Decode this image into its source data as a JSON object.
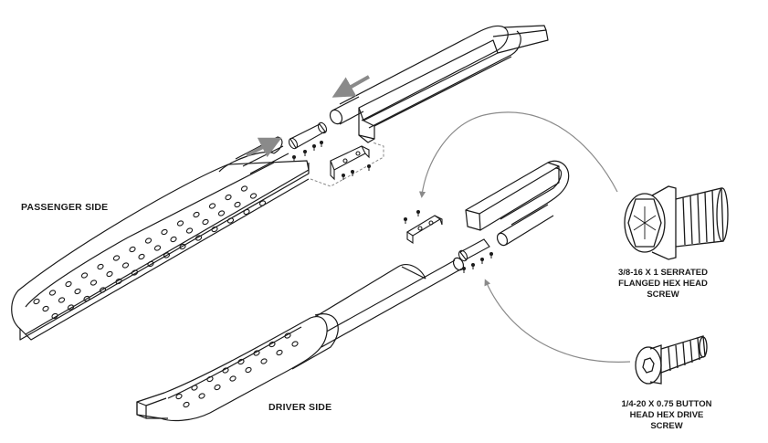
{
  "labels": {
    "passenger_side": "PASSENGER SIDE",
    "driver_side": "DRIVER SIDE"
  },
  "hardware": {
    "flange_screw": {
      "icon": "flanged-hex-head-screw-icon",
      "lines": [
        "3/8-16 X 1 SERRATED",
        "FLANGED HEX HEAD",
        "SCREW"
      ]
    },
    "button_screw": {
      "icon": "button-head-hex-drive-screw-icon",
      "lines": [
        "1/4-20 X 0.75 BUTTON",
        "HEAD HEX DRIVE",
        "SCREW"
      ]
    }
  },
  "colors": {
    "line": "#1a1a1a",
    "arrow": "#8a8a8a",
    "callout_line": "#8a8a8a"
  }
}
